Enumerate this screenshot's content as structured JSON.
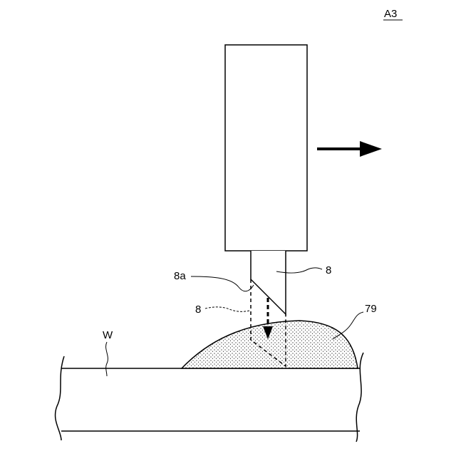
{
  "labels": {
    "figure_id": "A3",
    "w": "W",
    "label_8a": "8a",
    "label_8_right": "8",
    "label_8_left": "8",
    "label_79": "79"
  }
}
